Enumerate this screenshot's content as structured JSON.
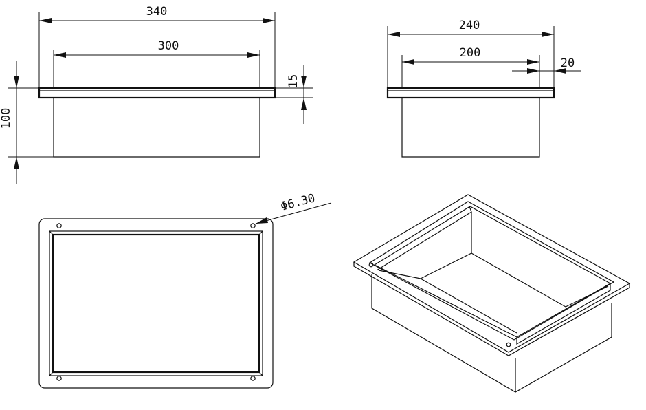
{
  "front_view": {
    "overall_width": "340",
    "inner_width": "300",
    "flange_thickness": "15",
    "depth": "100"
  },
  "side_view": {
    "overall_width": "240",
    "inner_width": "200",
    "flange_width": "20"
  },
  "top_view": {
    "hole_diameter": "Φ6.30"
  }
}
